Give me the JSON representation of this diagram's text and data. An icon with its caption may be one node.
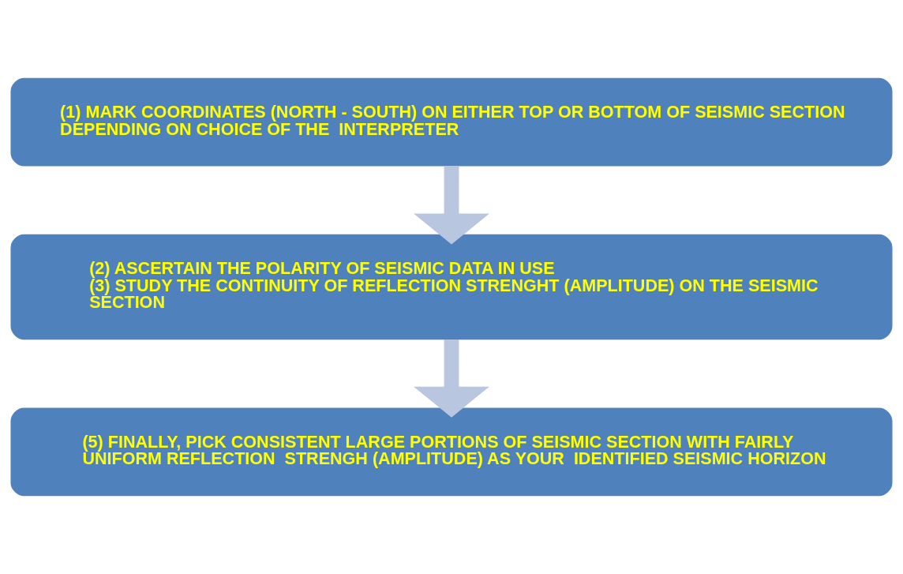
{
  "diagram": {
    "nodes": [
      {
        "text": [
          "(1) MARK COORDINATES (NORTH - SOUTH) ON EITHER TOP OR BOTTOM OF SEISMIC SECTION DEPENDING ON CHOICE OF THE  INTERPRETER"
        ]
      },
      {
        "text": [
          "(2) ASCERTAIN THE POLARITY OF SEISMIC DATA IN USE",
          "(3) STUDY THE CONTINUITY OF REFLECTION STRENGHT (AMPLITUDE) ON THE SEISMIC SECTION"
        ]
      },
      {
        "text": [
          "(5) FINALLY, PICK CONSISTENT LARGE PORTIONS OF SEISMIC SECTION WITH FAIRLY UNIFORM REFLECTION  STRENGH (AMPLITUDE) AS YOUR  IDENTIFIED SEISMIC HORIZON"
        ]
      }
    ],
    "edges": [
      {
        "from": 0,
        "to": 1,
        "arrow": "to"
      },
      {
        "from": 1,
        "to": 2,
        "arrow": "to"
      }
    ]
  }
}
